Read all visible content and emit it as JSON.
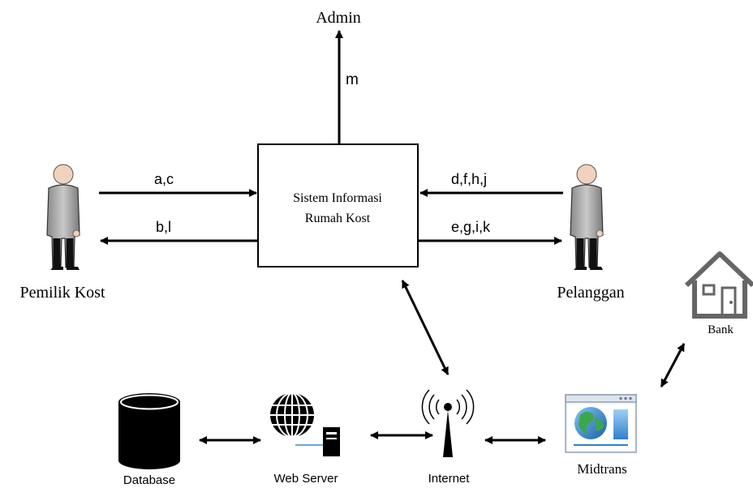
{
  "diagram": {
    "center_box": {
      "line1": "Sistem Informasi",
      "line2": "Rumah Kost"
    },
    "actors": {
      "admin": "Admin",
      "owner": "Pemilik Kost",
      "customer": "Pelanggan",
      "bank": "Bank"
    },
    "flows": {
      "to_admin": "m",
      "owner_in": "a,c",
      "owner_out": "b,l",
      "customer_in": "d,f,h,j",
      "customer_out": "e,g,i,k"
    },
    "components": {
      "database": "Database",
      "web_server": "Web Server",
      "internet": "Internet",
      "gateway": "Midtrans"
    }
  }
}
